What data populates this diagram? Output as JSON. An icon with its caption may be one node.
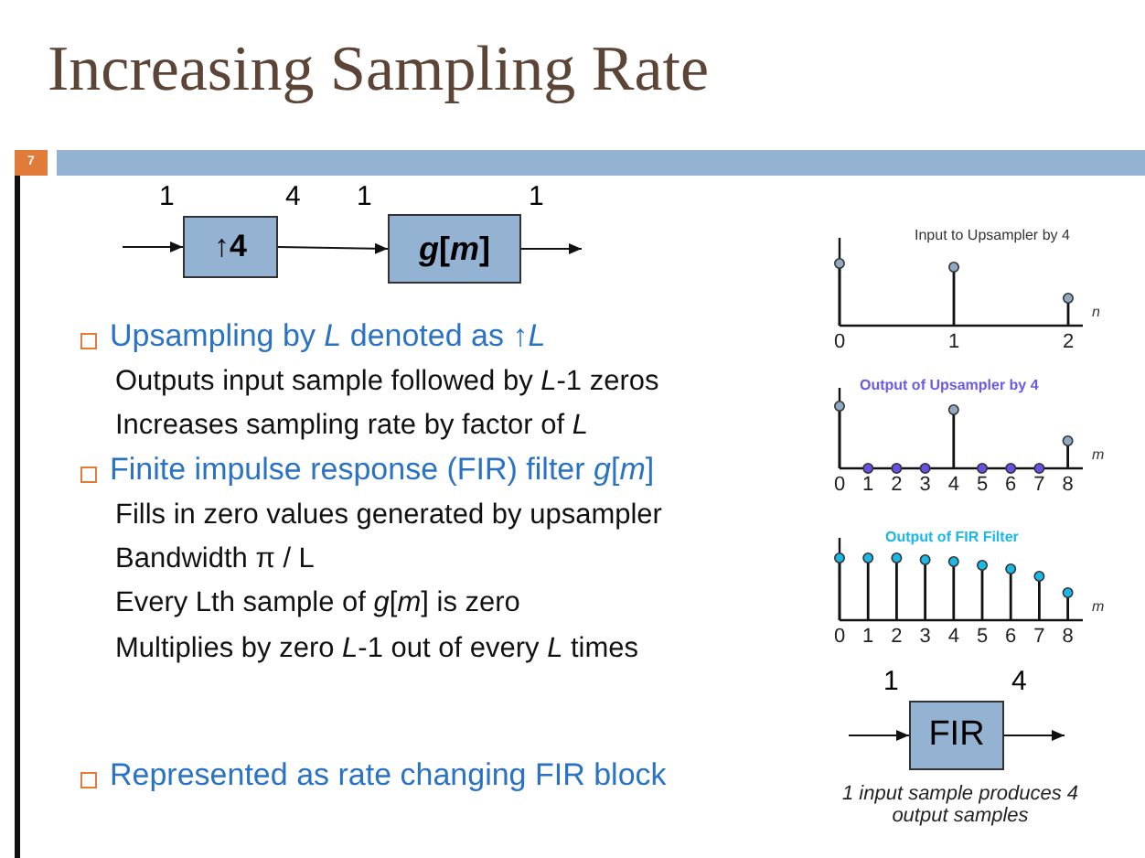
{
  "diagram": {
    "title": "Increasing Sampling Rate",
    "nodes": [
      {
        "text": [
          "↑4"
        ],
        "beside": [
          "1",
          "4"
        ]
      },
      {
        "text": [
          "*g*[*m*]"
        ],
        "beside": [
          "1",
          "1"
        ]
      },
      {
        "text": [
          "FIR"
        ],
        "beside": [
          "1",
          "4"
        ]
      }
    ],
    "edges": [
      {
        "from": null,
        "to": 0,
        "arrow": "to"
      },
      {
        "from": 0,
        "to": 1,
        "arrow": "to"
      },
      {
        "from": 1,
        "to": null,
        "arrow": "to"
      },
      {
        "from": null,
        "to": 2,
        "arrow": "to"
      },
      {
        "from": 2,
        "to": null,
        "arrow": "to"
      }
    ],
    "labels": [
      "7",
      "Upsampling by *L* denoted as ↑*L*",
      "Outputs input sample followed by *L*-1 zeros",
      "Increases sampling rate by factor of *L*",
      "Finite impulse response (FIR) filter *g*[*m*]",
      "Fills in zero values generated by upsampler",
      "Bandwidth π / L",
      "Every Lth sample of *g*[*m*] is zero",
      "Multiplies by zero *L*-1 out of every *L* times",
      "Represented as rate changing FIR block",
      "Input to Upsampler by 4",
      "0",
      "1",
      "2",
      "n",
      "Output of Upsampler by 4",
      "0",
      "1",
      "2",
      "3",
      "4",
      "5",
      "6",
      "7",
      "8",
      "m",
      "Output of FIR Filter",
      "0",
      "1",
      "2",
      "3",
      "4",
      "5",
      "6",
      "7",
      "8",
      "m",
      "1 input sample produces 4 output samples"
    ]
  }
}
